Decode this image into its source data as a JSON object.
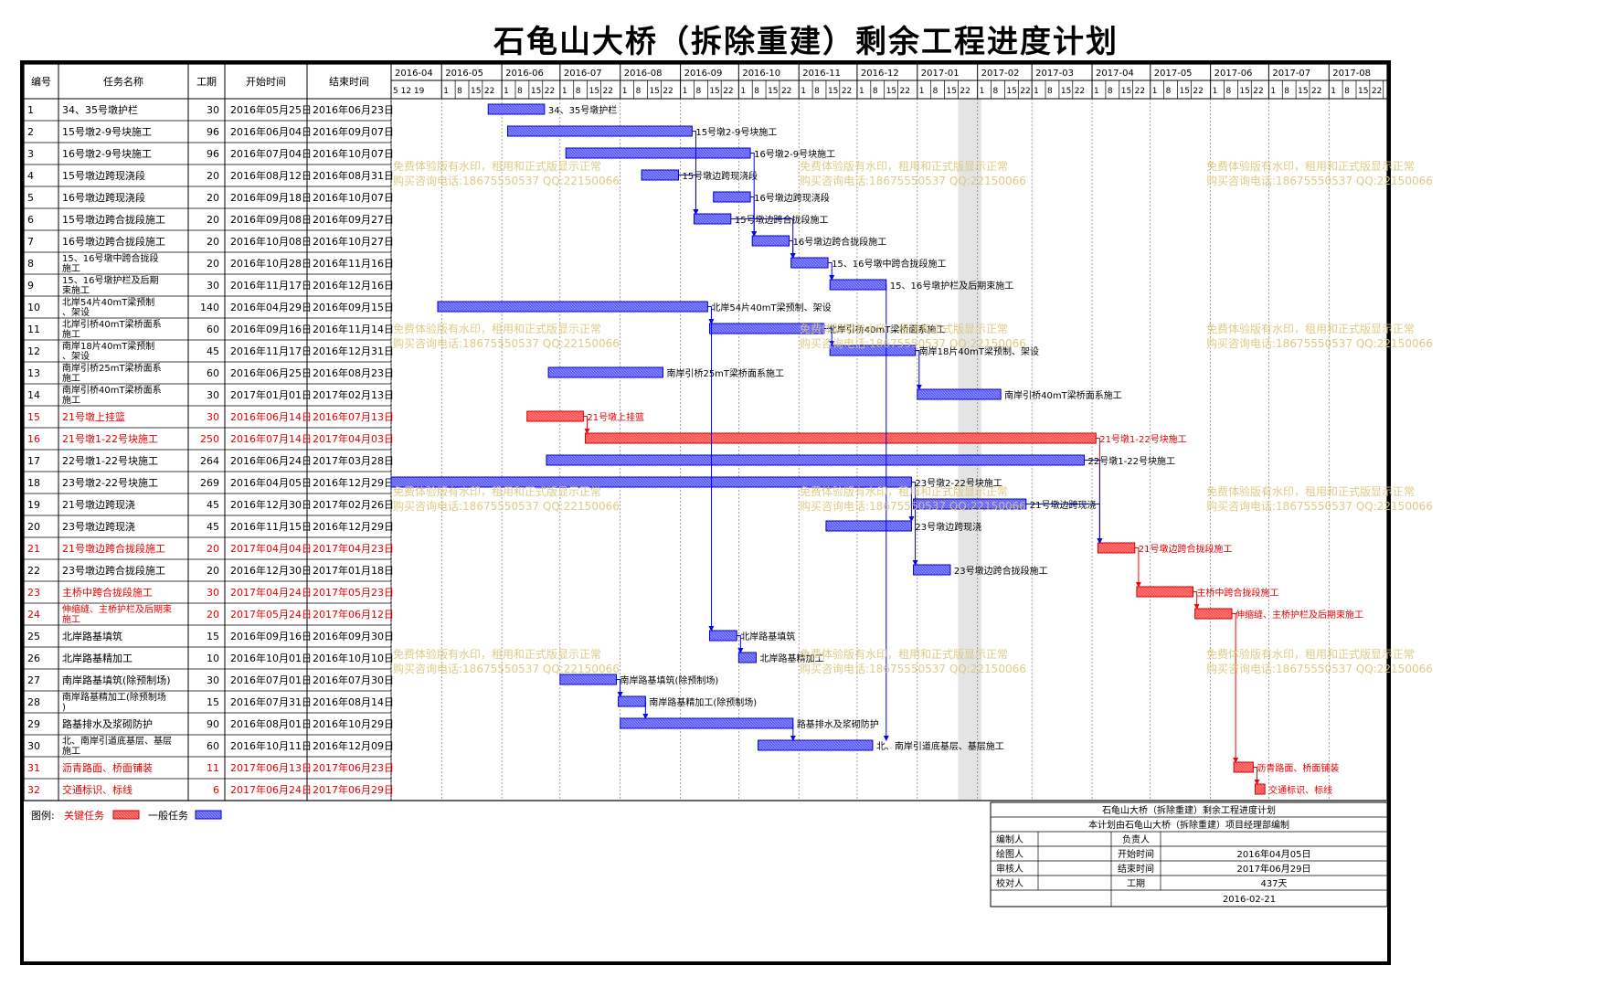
{
  "title": "石龟山大桥（拆除重建）剩余工程进度计划",
  "columns": {
    "id": "编号",
    "name": "任务名称",
    "duration": "工期",
    "start": "开始时间",
    "end": "结束时间"
  },
  "months": [
    "2016-04",
    "2016-05",
    "2016-06",
    "2016-07",
    "2016-08",
    "2016-09",
    "2016-10",
    "2016-11",
    "2016-12",
    "2017-01",
    "2017-02",
    "2017-03",
    "2017-04",
    "2017-05",
    "2017-06",
    "2017-07",
    "2017-08"
  ],
  "first_month_ticks": "5 12 19",
  "month_ticks": [
    "1",
    "8",
    "15",
    "22"
  ],
  "last_tick": "1",
  "colors": {
    "critical": "#ff4d4d",
    "normal": "#5b5bff",
    "critical_text": "#e60000",
    "link_blue": "#0000ff",
    "link_red": "#ff0000"
  },
  "chart_data": {
    "type": "gantt",
    "x_range": [
      "2016-04-05",
      "2017-08-31"
    ],
    "tasks": [
      {
        "id": "1",
        "name": "34、35号墩护栏",
        "duration": 30,
        "start": "2016年05月25日",
        "end": "2016年06月23日",
        "s": "2016-05-25",
        "e": "2016-06-23",
        "critical": false,
        "label": "34、35号墩护栏"
      },
      {
        "id": "2",
        "name": "15号墩2-9号块施工",
        "duration": 96,
        "start": "2016年06月04日",
        "end": "2016年09月07日",
        "s": "2016-06-04",
        "e": "2016-09-07",
        "critical": false,
        "label": "15号墩2-9号块施工"
      },
      {
        "id": "3",
        "name": "16号墩2-9号块施工",
        "duration": 96,
        "start": "2016年07月04日",
        "end": "2016年10月07日",
        "s": "2016-07-04",
        "e": "2016-10-07",
        "critical": false,
        "label": "16号墩2-9号块施工"
      },
      {
        "id": "4",
        "name": "15号墩边跨现浇段",
        "duration": 20,
        "start": "2016年08月12日",
        "end": "2016年08月31日",
        "s": "2016-08-12",
        "e": "2016-08-31",
        "critical": false,
        "label": "15号墩边跨现浇段"
      },
      {
        "id": "5",
        "name": "16号墩边跨现浇段",
        "duration": 20,
        "start": "2016年09月18日",
        "end": "2016年10月07日",
        "s": "2016-09-18",
        "e": "2016-10-07",
        "critical": false,
        "label": "16号墩边跨现浇段"
      },
      {
        "id": "6",
        "name": "15号墩边跨合拢段施工",
        "duration": 20,
        "start": "2016年09月08日",
        "end": "2016年09月27日",
        "s": "2016-09-08",
        "e": "2016-09-27",
        "critical": false,
        "label": "15号墩边跨合拢段施工"
      },
      {
        "id": "7",
        "name": "16号墩边跨合拢段施工",
        "duration": 20,
        "start": "2016年10月08日",
        "end": "2016年10月27日",
        "s": "2016-10-08",
        "e": "2016-10-27",
        "critical": false,
        "label": "16号墩边跨合拢段施工"
      },
      {
        "id": "8",
        "name": "15、16号墩中跨合拢段施工",
        "duration": 20,
        "start": "2016年10月28日",
        "end": "2016年11月16日",
        "s": "2016-10-28",
        "e": "2016-11-16",
        "critical": false,
        "label": "15、16号墩中跨合拢段施工"
      },
      {
        "id": "9",
        "name": "15、16号墩护栏及后期束施工",
        "duration": 30,
        "start": "2016年11月17日",
        "end": "2016年12月16日",
        "s": "2016-11-17",
        "e": "2016-12-16",
        "critical": false,
        "label": "15、16号墩护栏及后期束施工"
      },
      {
        "id": "10",
        "name": "北岸54片40mT梁预制、架设",
        "duration": 140,
        "start": "2016年04月29日",
        "end": "2016年09月15日",
        "s": "2016-04-29",
        "e": "2016-09-15",
        "critical": false,
        "label": "北岸54片40mT梁预制、架设"
      },
      {
        "id": "11",
        "name": "北岸引桥40mT梁桥面系施工",
        "duration": 60,
        "start": "2016年09月16日",
        "end": "2016年11月14日",
        "s": "2016-09-16",
        "e": "2016-11-14",
        "critical": false,
        "label": "北岸引桥40mT梁桥面系施工"
      },
      {
        "id": "12",
        "name": "南岸18片40mT梁预制、架设",
        "duration": 45,
        "start": "2016年11月17日",
        "end": "2016年12月31日",
        "s": "2016-11-17",
        "e": "2016-12-31",
        "critical": false,
        "label": "南岸18片40mT梁预制、架设"
      },
      {
        "id": "13",
        "name": "南岸引桥25mT梁桥面系施工",
        "duration": 60,
        "start": "2016年06月25日",
        "end": "2016年08月23日",
        "s": "2016-06-25",
        "e": "2016-08-23",
        "critical": false,
        "label": "南岸引桥25mT梁桥面系施工"
      },
      {
        "id": "14",
        "name": "南岸引桥40mT梁桥面系施工",
        "duration": 30,
        "start": "2017年01月01日",
        "end": "2017年02月13日",
        "s": "2017-01-01",
        "e": "2017-02-13",
        "critical": false,
        "label": "南岸引桥40mT梁桥面系施工"
      },
      {
        "id": "15",
        "name": "21号墩上挂篮",
        "duration": 30,
        "start": "2016年06月14日",
        "end": "2016年07月13日",
        "s": "2016-06-14",
        "e": "2016-07-13",
        "critical": true,
        "label": "21号墩上挂篮"
      },
      {
        "id": "16",
        "name": "21号墩1-22号块施工",
        "duration": 250,
        "start": "2016年07月14日",
        "end": "2017年04月03日",
        "s": "2016-07-14",
        "e": "2017-04-03",
        "critical": true,
        "label": "21号墩1-22号块施工"
      },
      {
        "id": "17",
        "name": "22号墩1-22号块施工",
        "duration": 264,
        "start": "2016年06月24日",
        "end": "2017年03月28日",
        "s": "2016-06-24",
        "e": "2017-03-28",
        "critical": false,
        "label": "22号墩1-22号块施工"
      },
      {
        "id": "18",
        "name": "23号墩2-22号块施工",
        "duration": 269,
        "start": "2016年04月05日",
        "end": "2016年12月29日",
        "s": "2016-04-05",
        "e": "2016-12-29",
        "critical": false,
        "label": "23号墩2-22号块施工"
      },
      {
        "id": "19",
        "name": "21号墩边跨现浇",
        "duration": 45,
        "start": "2016年12月30日",
        "end": "2017年02月26日",
        "s": "2016-12-30",
        "e": "2017-02-26",
        "critical": false,
        "label": "21号墩边跨现浇"
      },
      {
        "id": "20",
        "name": "23号墩边跨现浇",
        "duration": 45,
        "start": "2016年11月15日",
        "end": "2016年12月29日",
        "s": "2016-11-15",
        "e": "2016-12-29",
        "critical": false,
        "label": "23号墩边跨现浇"
      },
      {
        "id": "21",
        "name": "21号墩边跨合拢段施工",
        "duration": 20,
        "start": "2017年04月04日",
        "end": "2017年04月23日",
        "s": "2017-04-04",
        "e": "2017-04-23",
        "critical": true,
        "label": "21号墩边跨合拢段施工"
      },
      {
        "id": "22",
        "name": "23号墩边跨合拢段施工",
        "duration": 20,
        "start": "2016年12月30日",
        "end": "2017年01月18日",
        "s": "2016-12-30",
        "e": "2017-01-18",
        "critical": false,
        "label": "23号墩边跨合拢段施工"
      },
      {
        "id": "23",
        "name": "主桥中跨合拢段施工",
        "duration": 30,
        "start": "2017年04月24日",
        "end": "2017年05月23日",
        "s": "2017-04-24",
        "e": "2017-05-23",
        "critical": true,
        "label": "主桥中跨合拢段施工"
      },
      {
        "id": "24",
        "name": "伸缩缝、主桥护栏及后期束施工",
        "duration": 20,
        "start": "2017年05月24日",
        "end": "2017年06月12日",
        "s": "2017-05-24",
        "e": "2017-06-12",
        "critical": true,
        "label": "伸缩缝、主桥护栏及后期束施工"
      },
      {
        "id": "25",
        "name": "北岸路基填筑",
        "duration": 15,
        "start": "2016年09月16日",
        "end": "2016年09月30日",
        "s": "2016-09-16",
        "e": "2016-09-30",
        "critical": false,
        "label": "北岸路基填筑"
      },
      {
        "id": "26",
        "name": "北岸路基精加工",
        "duration": 10,
        "start": "2016年10月01日",
        "end": "2016年10月10日",
        "s": "2016-10-01",
        "e": "2016-10-10",
        "critical": false,
        "label": "北岸路基精加工"
      },
      {
        "id": "27",
        "name": "南岸路基填筑(除预制场)",
        "duration": 30,
        "start": "2016年07月01日",
        "end": "2016年07月30日",
        "s": "2016-07-01",
        "e": "2016-07-30",
        "critical": false,
        "label": "南岸路基填筑(除预制场)"
      },
      {
        "id": "28",
        "name": "南岸路基精加工(除预制场)",
        "duration": 15,
        "start": "2016年07月31日",
        "end": "2016年08月14日",
        "s": "2016-07-31",
        "e": "2016-08-14",
        "critical": false,
        "label": "南岸路基精加工(除预制场)"
      },
      {
        "id": "29",
        "name": "路基排水及浆砌防护",
        "duration": 90,
        "start": "2016年08月01日",
        "end": "2016年10月29日",
        "s": "2016-08-01",
        "e": "2016-10-29",
        "critical": false,
        "label": "路基排水及浆砌防护"
      },
      {
        "id": "30",
        "name": "北、南岸引道底基层、基层施工",
        "duration": 60,
        "start": "2016年10月11日",
        "end": "2016年12月09日",
        "s": "2016-10-11",
        "e": "2016-12-09",
        "critical": false,
        "label": "北、南岸引道底基层、基层施工"
      },
      {
        "id": "31",
        "name": "沥青路面、桥面铺装",
        "duration": 11,
        "start": "2017年06月13日",
        "end": "2017年06月23日",
        "s": "2017-06-13",
        "e": "2017-06-23",
        "critical": true,
        "label": "沥青路面、桥面铺装"
      },
      {
        "id": "32",
        "name": "交通标识、标线",
        "duration": 6,
        "start": "2017年06月24日",
        "end": "2017年06月29日",
        "s": "2017-06-24",
        "e": "2017-06-29",
        "critical": true,
        "label": "交通标识、标线"
      }
    ],
    "links": [
      [
        2,
        6
      ],
      [
        3,
        7
      ],
      [
        6,
        8
      ],
      [
        7,
        8
      ],
      [
        8,
        9
      ],
      [
        4,
        6
      ],
      [
        5,
        7
      ],
      [
        10,
        11
      ],
      [
        10,
        25
      ],
      [
        25,
        26
      ],
      [
        11,
        12
      ],
      [
        12,
        14
      ],
      [
        16,
        21
      ],
      [
        17,
        21
      ],
      [
        18,
        20
      ],
      [
        18,
        22
      ],
      [
        19,
        21
      ],
      [
        21,
        23
      ],
      [
        23,
        24
      ],
      [
        24,
        31
      ],
      [
        31,
        32
      ],
      [
        27,
        28
      ],
      [
        28,
        29
      ],
      [
        29,
        30
      ],
      [
        15,
        16
      ],
      [
        9,
        30
      ]
    ]
  },
  "watermark": {
    "line1": "免费体验版有水印，租用和正式版显示正常",
    "line2": "购买咨询电话:18675550537 QQ:22150066"
  },
  "legend": {
    "label": "图例:",
    "critical": "关键任务",
    "normal": "一般任务"
  },
  "info": {
    "title": "石龟山大桥（拆除重建）剩余工程进度计划",
    "subtitle": "本计划由石龟山大桥（拆除重建）项目经理部编制",
    "editor": "编制人",
    "owner": "负责人",
    "drawer": "绘图人",
    "start_label": "开始时间",
    "start_value": "2016年04月05日",
    "reviewer": "审核人",
    "end_label": "结束时间",
    "end_value": "2017年06月29日",
    "checker": "校对人",
    "duration_label": "工期",
    "duration_value": "437天",
    "date": "2016-02-21"
  }
}
